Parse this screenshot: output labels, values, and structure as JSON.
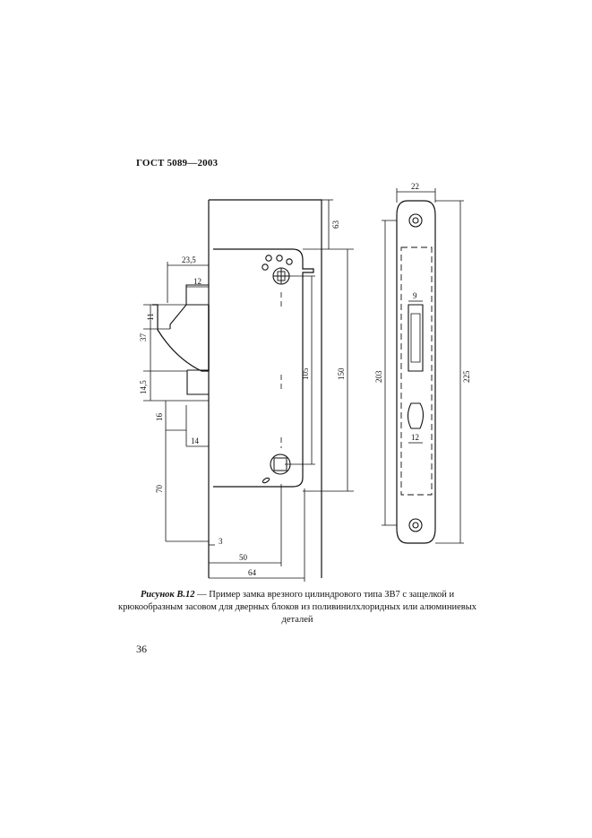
{
  "header": {
    "title": "ГОСТ 5089—2003"
  },
  "dimensions": {
    "d23_5": "23,5",
    "d12a": "12",
    "d11": "11",
    "d37": "37",
    "d14_5": "14,5",
    "d16": "16",
    "d14": "14",
    "d70": "70",
    "d3": "3",
    "d50": "50",
    "d64": "64",
    "d63": "63",
    "d105": "105",
    "d150": "150",
    "d22": "22",
    "d9": "9",
    "d203": "203",
    "d225": "225",
    "d12b": "12"
  },
  "caption": {
    "label": "Рисунок В.12",
    "dash": " — ",
    "text": "Пример замка врезного цилиндрового типа ЗВ7 с защелкой и крюкообразным засовом для дверных блоков из поливинилхлоридных или алюминиевых деталей"
  },
  "page_number": "36"
}
